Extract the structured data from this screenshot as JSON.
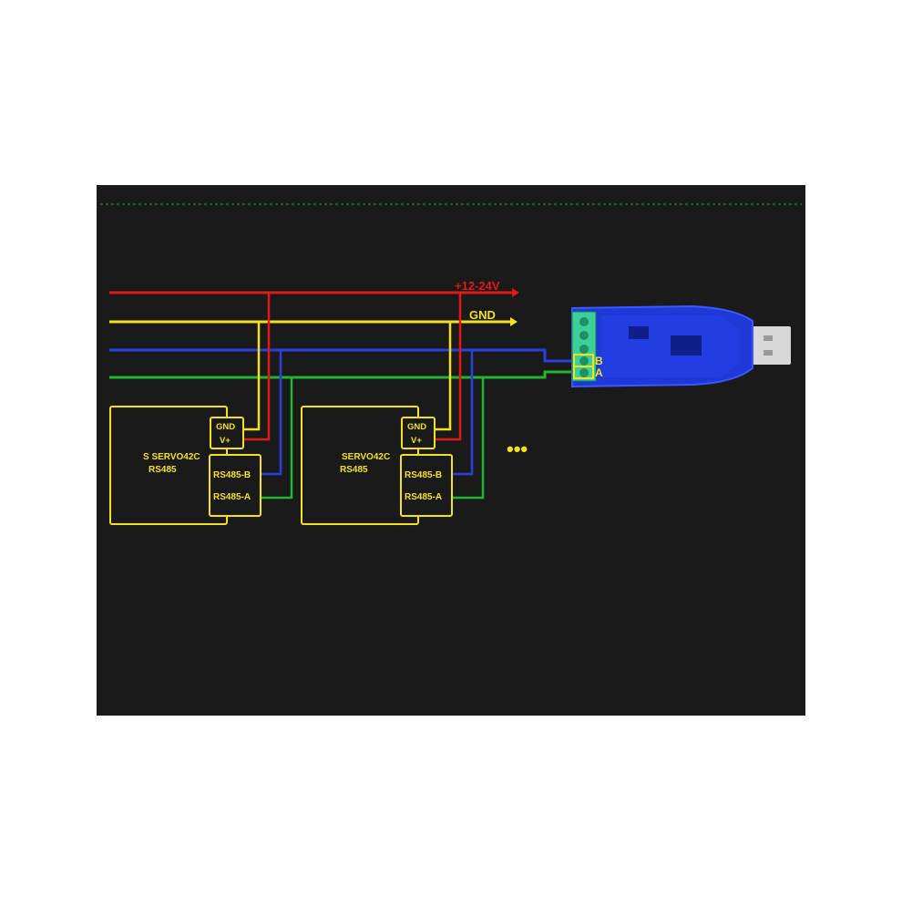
{
  "diagram": {
    "power_label": "+12-24V",
    "ground_label": "GND",
    "colors": {
      "background": "#1a1a1a",
      "power": "#e01818",
      "ground": "#f2e21e",
      "rs485_b": "#2b3fe0",
      "rs485_a": "#1fb52c",
      "outline": "#f2e21e",
      "adapter_body": "#1f38d8",
      "terminal": "#3ccf9a",
      "usb_plug": "#d8d8d8"
    },
    "motors": [
      {
        "title_line1": "S SERVO42C",
        "title_line2": "RS485",
        "pin_gnd": "GND",
        "pin_vplus": "V+",
        "pin_b": "RS485-B",
        "pin_a": "RS485-A"
      },
      {
        "title_line1": "SERVO42C",
        "title_line2": "RS485",
        "pin_gnd": "GND",
        "pin_vplus": "V+",
        "pin_b": "RS485-B",
        "pin_a": "RS485-A"
      }
    ],
    "ellipsis": "•••",
    "adapter": {
      "label_b": "B",
      "label_a": "A",
      "icon": "usb-rs485-adapter-icon"
    }
  }
}
